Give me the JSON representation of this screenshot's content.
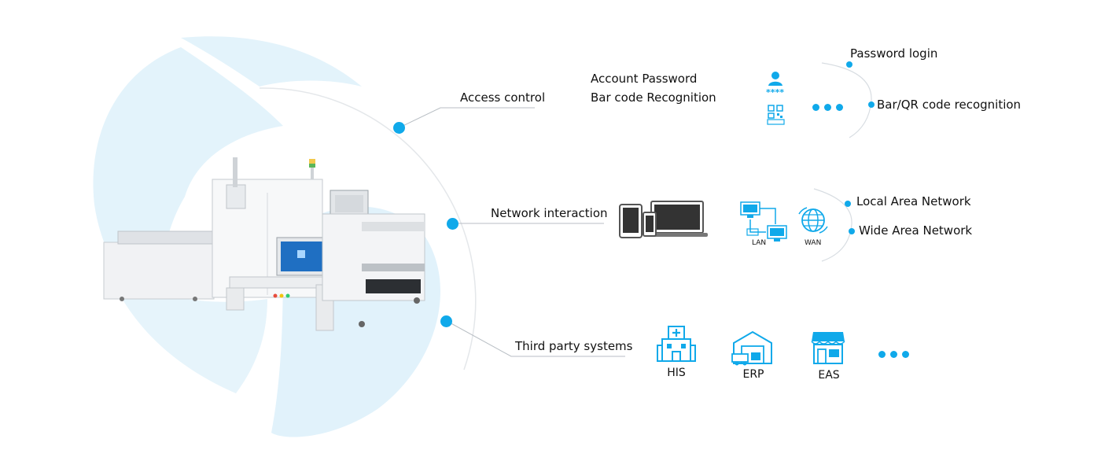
{
  "colors": {
    "accent": "#10a9ea",
    "backdrop": "#dff2fb"
  },
  "branches": [
    {
      "label": "Access control"
    },
    {
      "label": "Network interaction"
    },
    {
      "label": "Third party systems"
    }
  ],
  "access": {
    "text_lines": [
      "Account Password",
      "Bar code Recognition"
    ],
    "icon_text": "****",
    "methods": [
      "Password login",
      "Bar/QR code recognition"
    ]
  },
  "network": {
    "lan_label": "LAN",
    "wan_label": "WAN",
    "types": [
      "Local Area Network",
      "Wide Area Network"
    ]
  },
  "third_party": {
    "systems": [
      {
        "label": "HIS",
        "icon": "hospital-icon"
      },
      {
        "label": "ERP",
        "icon": "warehouse-icon"
      },
      {
        "label": "EAS",
        "icon": "store-icon"
      }
    ]
  }
}
